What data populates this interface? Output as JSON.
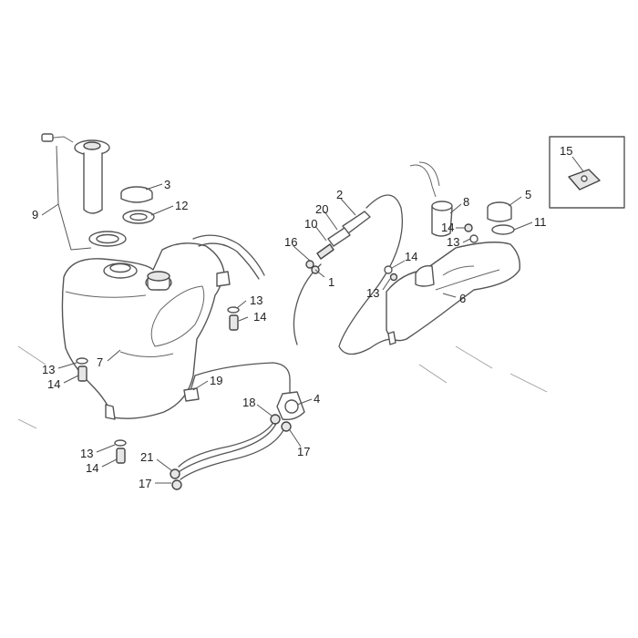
{
  "diagram": {
    "callouts": {
      "c1": "1",
      "c2": "2",
      "c3": "3",
      "c4": "4",
      "c5": "5",
      "c6": "6",
      "c7": "7",
      "c8": "8",
      "c9": "9",
      "c10": "10",
      "c11": "11",
      "c12": "12",
      "c13a": "13",
      "c13b": "13",
      "c13c": "13",
      "c13d": "13",
      "c13e": "13",
      "c14a": "14",
      "c14b": "14",
      "c14c": "14",
      "c14d": "14",
      "c14e": "14",
      "c15": "15",
      "c16": "16",
      "c17a": "17",
      "c17b": "17",
      "c18": "18",
      "c19": "19",
      "c20": "20",
      "c21": "21"
    }
  }
}
